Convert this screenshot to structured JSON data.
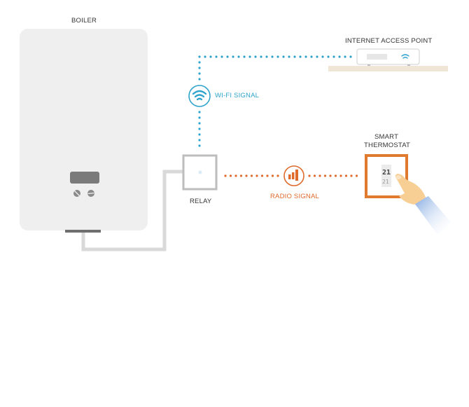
{
  "labels": {
    "boiler": "BOILER",
    "access_point": "INTERNET ACCESS POINT",
    "wifi_signal": "WI-FI SIGNAL",
    "smart_thermostat_line1": "SMART",
    "smart_thermostat_line2": "THERMOSTAT",
    "relay": "RELAY",
    "radio_signal": "RADIO SIGNAL"
  },
  "thermostat_display": {
    "current_temp": "21",
    "set_temp": "21"
  },
  "colors": {
    "wifi": "#2ea3cc",
    "radio": "#e06a2c",
    "boiler_body": "#efefef",
    "boiler_display": "#7a7a7a",
    "cable": "#d9d9d9",
    "shelf": "#f0e6d6",
    "hand": "#f7cf95",
    "sleeve": "#8fb4e6"
  }
}
